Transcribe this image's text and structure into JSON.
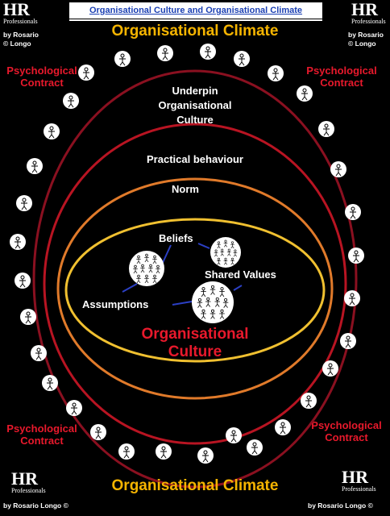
{
  "header": {
    "top_title": "Organisational Culture and Organisational Climate",
    "climate_top": "Organisational Climate",
    "climate_bottom": "Organisational Climate"
  },
  "logo": {
    "mark": "HR",
    "sub": "Professionals"
  },
  "credits": {
    "author_line1": "by Rosario",
    "author_line2": "©  Longo",
    "author_line3": "by Rosario",
    "author_line4": "©   Longo",
    "bottom_left": "by Rosario Longo ©",
    "bottom_right": "by Rosario Longo ©"
  },
  "psychological_contract": {
    "line1": "Psychological",
    "line2": "Contract"
  },
  "rings": {
    "underpin_1": "Underpin",
    "underpin_2": "Organisational",
    "underpin_3": "Culture",
    "practical": "Practical behaviour",
    "norm": "Norm"
  },
  "core": {
    "beliefs": "Beliefs",
    "shared_values": "Shared Values",
    "assumptions": "Assumptions",
    "culture_1": "Organisational",
    "culture_2": "Culture"
  },
  "colors": {
    "climate": "#f5b400",
    "culture": "#e8192c",
    "outer_ring": "#8a1020",
    "middle_ring": "#b81422",
    "norm_ring": "#e07a2a",
    "inner_ring": "#f0c030",
    "connector": "#2b3fc4"
  }
}
